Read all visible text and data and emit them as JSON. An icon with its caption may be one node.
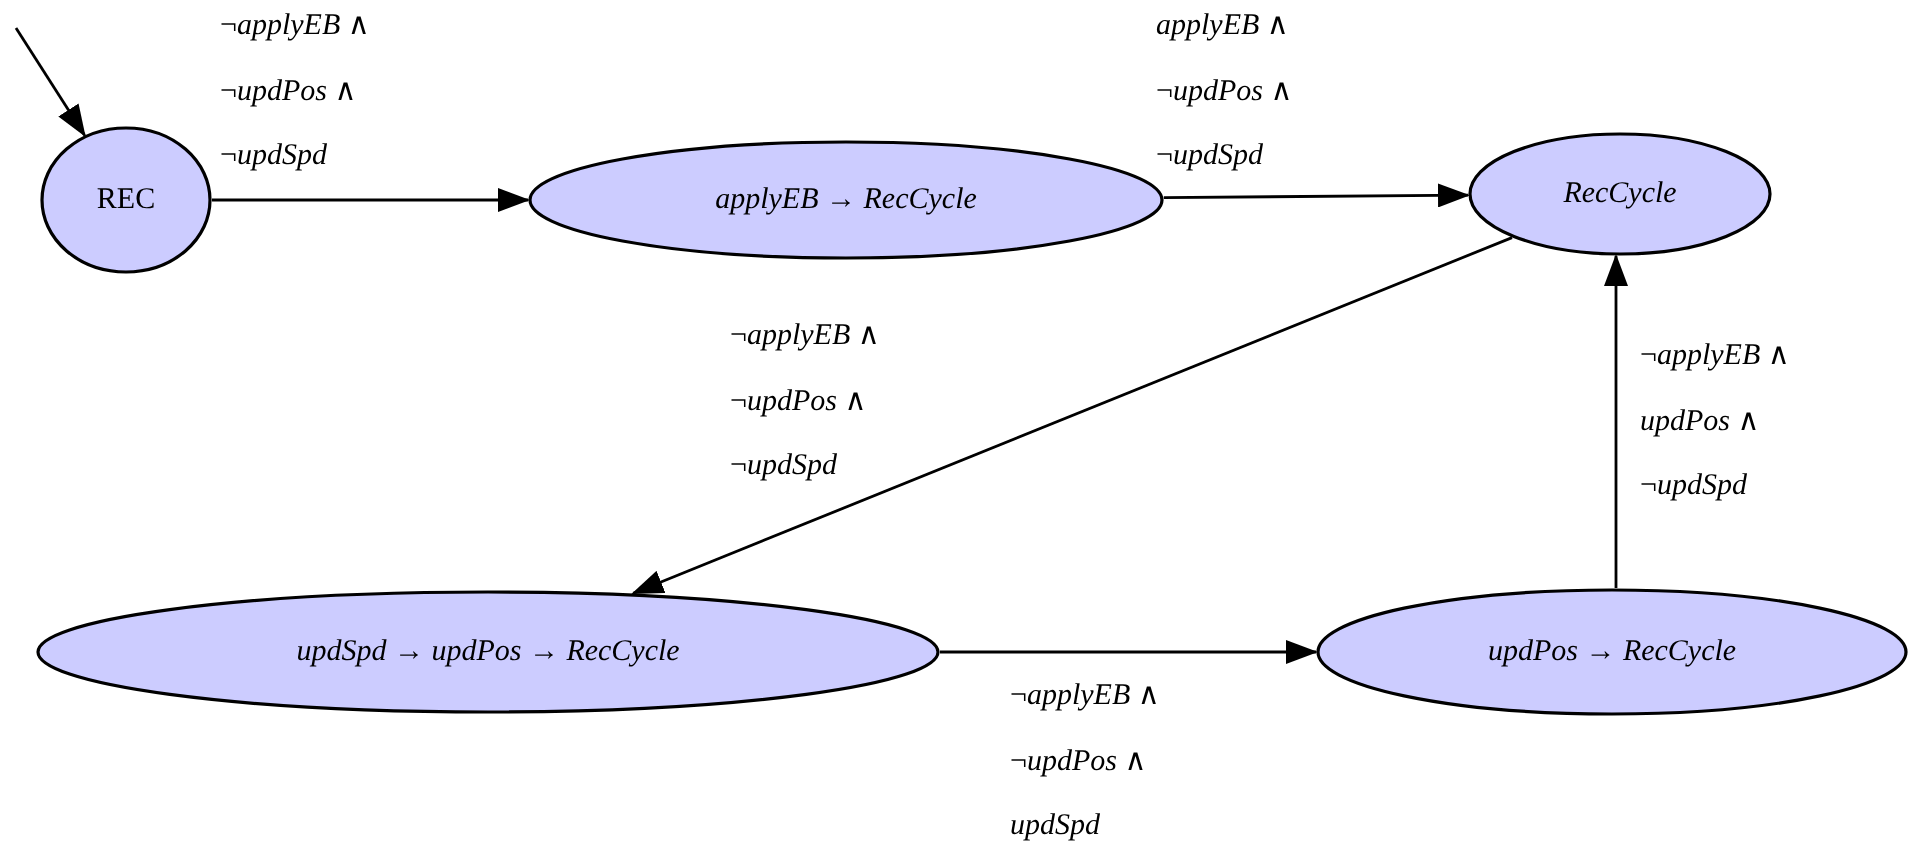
{
  "diagram": {
    "nodes": [
      {
        "text": [
          "REC"
        ]
      },
      {
        "text": [
          "*applyEB* → *RecCycle*"
        ]
      },
      {
        "text": [
          "*RecCycle*"
        ]
      },
      {
        "text": [
          "*updSpd* → *updPos* → *RecCycle*"
        ]
      },
      {
        "text": [
          "*updPos* → *RecCycle*"
        ]
      }
    ],
    "edges": [
      {
        "from": null,
        "to": 0,
        "arrow": "to"
      },
      {
        "from": 0,
        "to": 1,
        "arrow": "to",
        "label": "¬*applyEB* ∧ ¬*updPos* ∧ ¬*updSpd*"
      },
      {
        "from": 1,
        "to": 2,
        "arrow": "to",
        "label": "*applyEB* ∧ ¬*updPos* ∧ ¬*updSpd*"
      },
      {
        "from": 2,
        "to": 3,
        "arrow": "to",
        "label": "¬*applyEB* ∧ ¬*updPos* ∧ ¬*updSpd*"
      },
      {
        "from": 3,
        "to": 4,
        "arrow": "to",
        "label": "¬*applyEB* ∧ ¬*updPos* ∧ *updSpd*"
      },
      {
        "from": 4,
        "to": 2,
        "arrow": "to",
        "label": "¬*applyEB* ∧ *updPos* ∧ ¬*updSpd*"
      }
    ]
  }
}
